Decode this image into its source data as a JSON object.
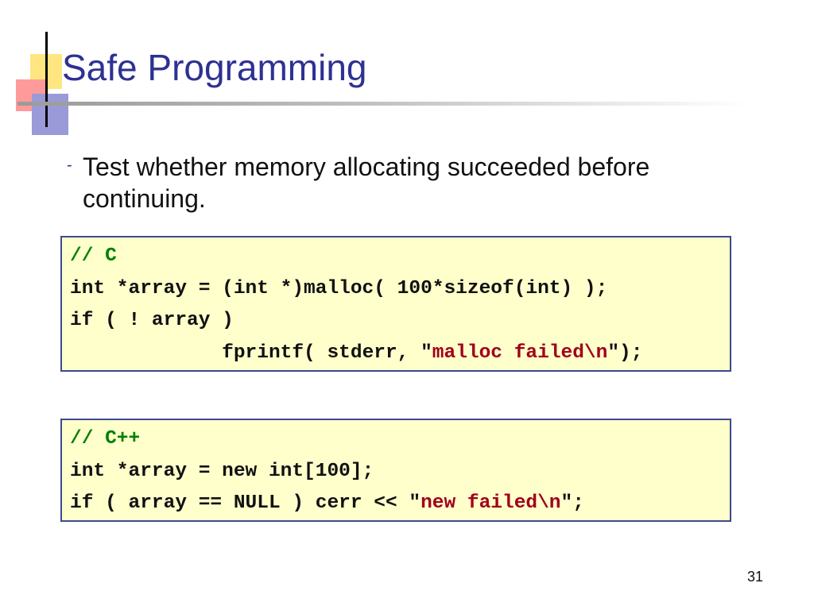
{
  "slide": {
    "title": "Safe Programming",
    "bullet": "Test whether memory allocating succeeded before continuing.",
    "bullet_marker": "-",
    "page_number": "31"
  },
  "code_c": {
    "comment": "// C",
    "line1": "int *array = (int *)malloc( 100*sizeof(int) );",
    "line2": "if ( ! array )",
    "line3_indent": "             ",
    "line3_pre": "fprintf( stderr, \"",
    "line3_str": "malloc failed\\n",
    "line3_post": "\");"
  },
  "code_cpp": {
    "comment": "// C++",
    "line1": "int *array = new int[100];",
    "line2_pre": "if ( array == NULL ) cerr << \"",
    "line2_str": "new failed\\n",
    "line2_post": "\";"
  },
  "colors": {
    "title": "#2E3192",
    "code_bg": "#FFFFCC",
    "comment": "#008000",
    "string": "#A0001A",
    "border": "#3B4A8F"
  }
}
